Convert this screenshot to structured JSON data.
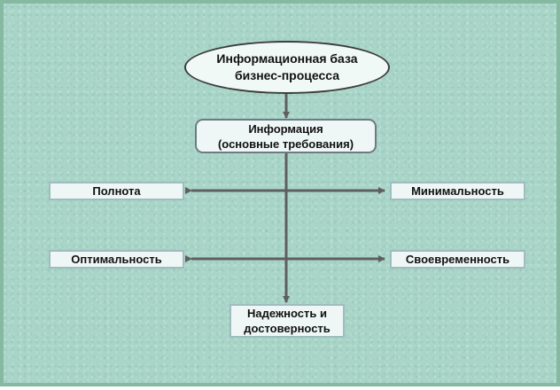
{
  "diagram": {
    "root": "Информационная база\nбизнес-процесса",
    "info": "Информация\n(основные требования)",
    "left_top": "Полнота",
    "right_top": "Минимальность",
    "left_bottom": "Оптимальность",
    "right_bottom": "Своевременность",
    "bottom": "Надежность и\nдостоверность"
  },
  "colors": {
    "background": "#a8d5c7",
    "box_fill": "#eef7f5",
    "connector": "#5f5f5f"
  }
}
